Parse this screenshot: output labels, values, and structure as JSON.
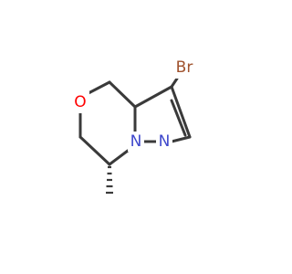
{
  "molecule": {
    "atoms": {
      "br": {
        "label": "Br",
        "color": "#a0522d"
      },
      "o": {
        "label": "O",
        "color": "#ff0000"
      },
      "n_bridge": {
        "label": "N",
        "color": "#3f48cc"
      },
      "n_ring": {
        "label": "N",
        "color": "#3f48cc"
      }
    },
    "bond_color": "#3a3a3a"
  }
}
